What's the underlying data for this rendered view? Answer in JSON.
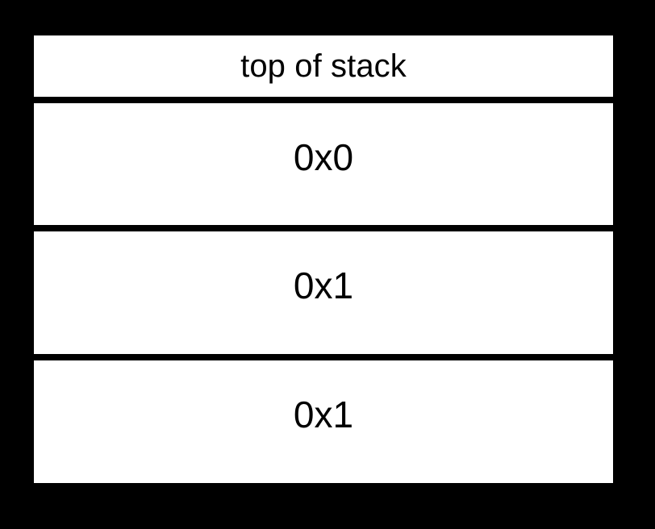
{
  "diagram": {
    "kind": "stack-diagram",
    "background_color": "#000000",
    "box_color": "#ffffff",
    "line_color": "#000000",
    "text_color": "#000000",
    "header": {
      "label": "top of stack"
    },
    "cells": [
      {
        "value": "0x0",
        "index": 0
      },
      {
        "value": "0x1",
        "index": 1
      },
      {
        "value": "0x1",
        "index": 2
      }
    ]
  }
}
